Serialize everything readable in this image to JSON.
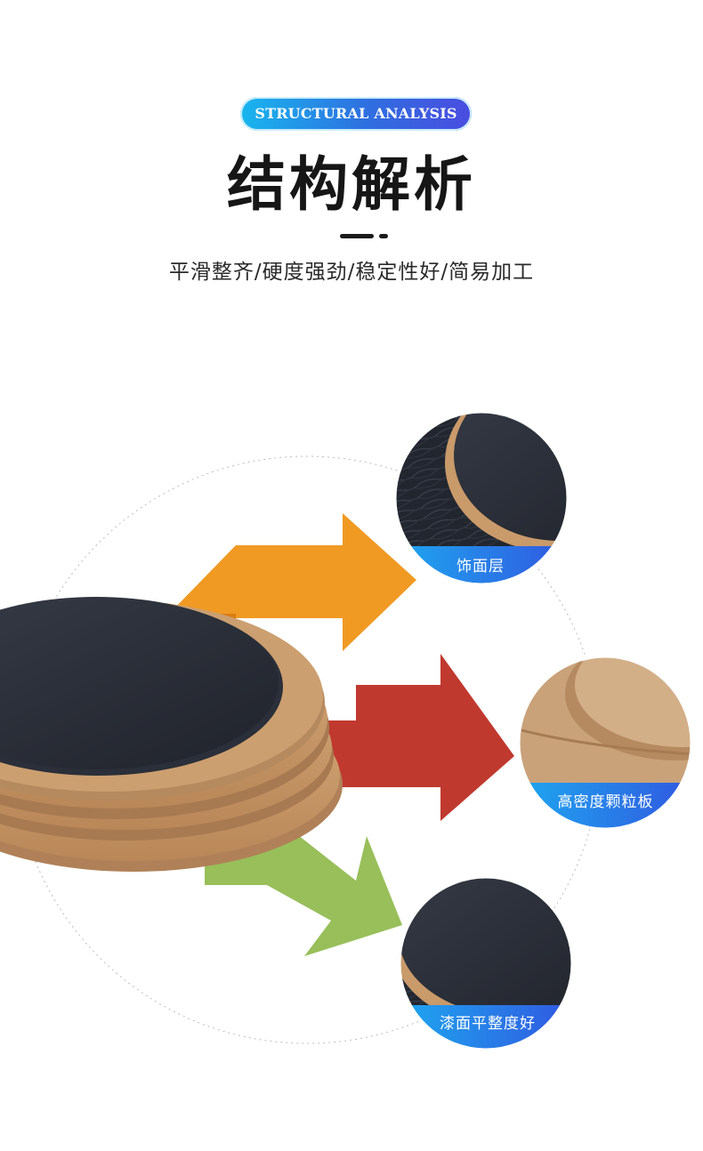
{
  "header": {
    "badge": "STRUCTURAL ANALYSIS",
    "title": "结构解析",
    "subtitle": "平滑整齐/硬度强劲/稳定性好/简易加工"
  },
  "callouts": [
    {
      "label": "饰面层",
      "icon": "veneer-layer-closeup"
    },
    {
      "label": "高密度颗粒板",
      "icon": "high-density-board-closeup"
    },
    {
      "label": "漆面平整度好",
      "icon": "painted-surface-closeup"
    }
  ],
  "colors": {
    "badge_gradient_start": "#18b6ee",
    "badge_gradient_end": "#4a4ce0",
    "arrow_orange": "#f09a23",
    "arrow_red": "#c0392f",
    "arrow_green": "#98bf5a",
    "board_surface": "#2b2f38",
    "board_edge": "#c99a6a",
    "label_band_start": "#1ea8f0",
    "label_band_end": "#3157e0"
  }
}
